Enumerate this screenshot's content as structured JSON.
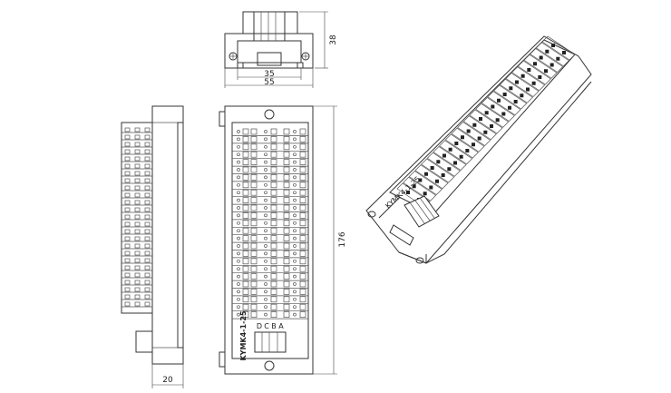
{
  "dimensions": {
    "height_top": "38",
    "inner_width": "35",
    "outer_width": "55",
    "length": "176",
    "depth": "20"
  },
  "labels": {
    "model_front": "KYMK4-1-25",
    "model_iso": "KYMK4-1-25",
    "terminal_letters": [
      "D",
      "C",
      "B",
      "A"
    ]
  },
  "terminal_rows": 25
}
